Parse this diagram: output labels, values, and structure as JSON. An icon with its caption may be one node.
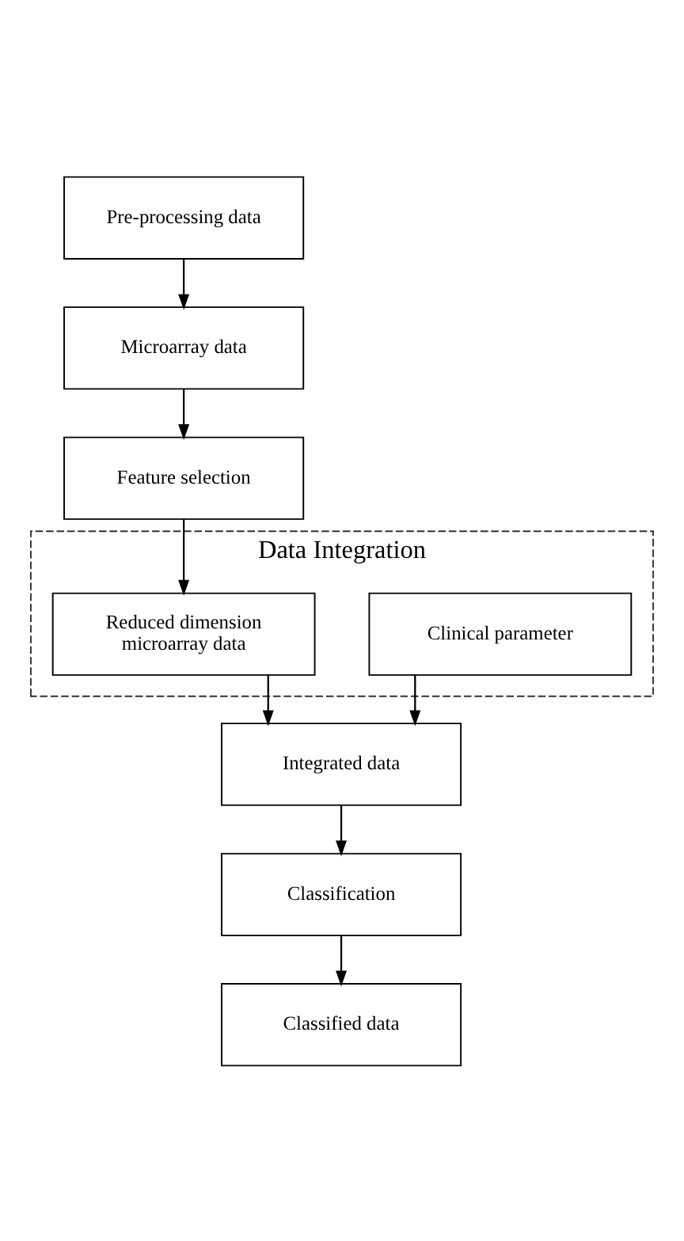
{
  "diagram": {
    "nodes": [
      {
        "text": [
          "Pre-processing data"
        ]
      },
      {
        "text": [
          "Microarray data"
        ]
      },
      {
        "text": [
          "Feature selection"
        ]
      },
      {
        "text": [
          "Data Integration"
        ]
      },
      {
        "text": [
          "Reduced dimension microarray data"
        ],
        "in": 3
      },
      {
        "text": [
          "Clinical parameter"
        ],
        "in": 3
      },
      {
        "text": [
          "Integrated data"
        ]
      },
      {
        "text": [
          "Classification"
        ]
      },
      {
        "text": [
          "Classified data"
        ]
      }
    ],
    "edges": [
      {
        "from": 0,
        "to": 1,
        "arrow": "to"
      },
      {
        "from": 1,
        "to": 2,
        "arrow": "to"
      },
      {
        "from": 2,
        "to": 4,
        "arrow": "to"
      },
      {
        "from": 4,
        "to": 6,
        "arrow": "to"
      },
      {
        "from": 5,
        "to": 6,
        "arrow": "to"
      },
      {
        "from": 6,
        "to": 7,
        "arrow": "to"
      },
      {
        "from": 7,
        "to": 8,
        "arrow": "to"
      }
    ]
  }
}
